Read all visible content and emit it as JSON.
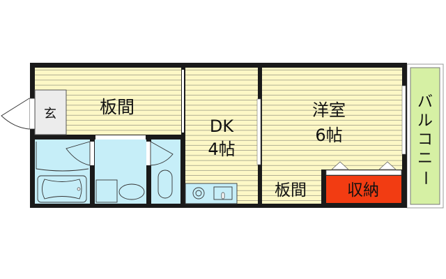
{
  "rooms": {
    "hall": {
      "label": "板間"
    },
    "entrance": {
      "label": "玄"
    },
    "dk": {
      "label_line1": "DK",
      "label_line2": "4帖"
    },
    "western": {
      "label_line1": "洋室",
      "label_line2": "6帖"
    },
    "small_floor": {
      "label": "板間"
    },
    "storage": {
      "label": "収納"
    },
    "balcony": {
      "label_chars": [
        "バ",
        "ル",
        "コ",
        "ニ",
        "ー"
      ]
    }
  },
  "colors": {
    "floor": "#fdf8c6",
    "floor_stripe": "#8a8a7a",
    "wet_area": "#c6eef8",
    "storage": "#f23c12",
    "balcony": "#d6f0a4",
    "entrance": "#ececec",
    "wall": "#1a1a1a"
  }
}
